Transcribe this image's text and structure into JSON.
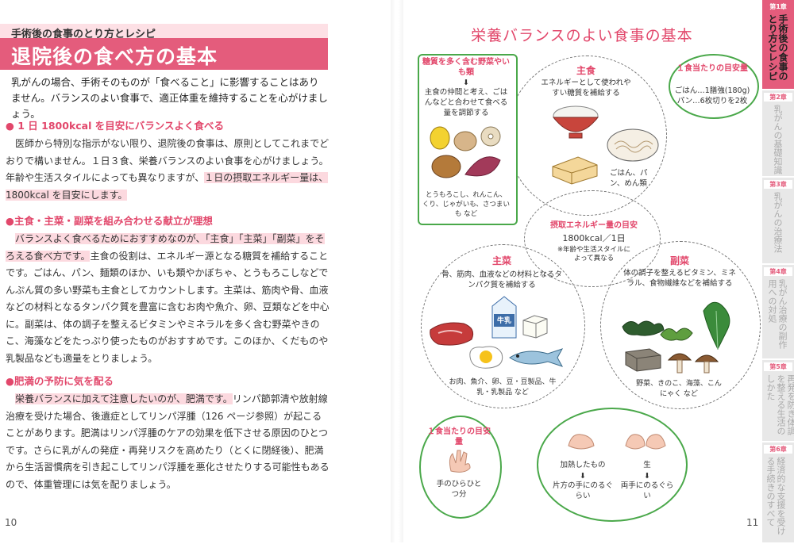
{
  "left": {
    "subtitle": "手術後の食事のとり方とレシピ",
    "title": "退院後の食べ方の基本",
    "lead": "乳がんの場合、手術そのものが「食べること」に影響することはありません。バランスのよい食事で、適正体重を維持することを心がけましょう。",
    "sections": [
      {
        "heading": "● 1 日 1800kcal を目安にバランスよく食べる",
        "pre": "医師から特別な指示がない限り、退院後の食事は、原則としてこれまでどおりで構いません。１日３食、栄養バランスのよい食事を心がけましょう。年齢や生活スタイルによっても異なりますが、",
        "hl": "１日の摂取エネルギー量は、1800kcal を目安にします。",
        "post": ""
      },
      {
        "heading": "●主食・主菜・副菜を組み合わせる献立が理想",
        "pre": "",
        "hl": "バランスよく食べるためにおすすめなのが、「主食」「主菜」「副菜」をそろえる食べ方です。",
        "post": "主食の役割は、エネルギー源となる糖質を補給することです。ごはん、パン、麺類のほか、いも類やかぼちゃ、とうもろこしなどでんぷん質の多い野菜も主食としてカウントします。主菜は、筋肉や骨、血液などの材料となるタンパク質を豊富に含むお肉や魚介、卵、豆類などを中心に。副菜は、体の調子を整えるビタミンやミネラルを多く含む野菜やきのこ、海藻などをたっぷり使ったものがおすすめです。このほか、くだものや乳製品なども適量をとりましょう。"
      },
      {
        "heading": "●肥満の予防に気を配る",
        "pre": "",
        "hl": "栄養バランスに加えて注意したいのが、肥満です。",
        "post": "リンパ節郭清や放射線治療を受けた場合、後遺症としてリンパ浮腫（126 ページ参照）が起こることがあります。肥満はリンパ浮腫のケアの効果を低下させる原因のひとつです。さらに乳がんの発症・再発リスクを高めたり（とくに閉経後）、肥満から生活習慣病を引き起こしてリンパ浮腫を悪化させたりする可能性もあるので、体重管理には気を配りましょう。"
      }
    ],
    "page_number": "10"
  },
  "right": {
    "title": "栄養バランスのよい食事の基本",
    "staple": {
      "heading": "主食",
      "desc": "エネルギーとして使われやすい糖質を補給する",
      "caption": "ごはん、パン、めん類"
    },
    "center": {
      "heading": "摂取エネルギー量の目安",
      "value": "1800kcal／1日",
      "note": "※年齢や生活スタイルによって異なる"
    },
    "main": {
      "heading": "主菜",
      "desc": "骨、筋肉、血液などの材料となるタンパク質を補給する",
      "milk": "牛乳",
      "caption": "お肉、魚介、卵、豆・豆製品、牛乳・乳製品 など"
    },
    "side": {
      "heading": "副菜",
      "desc": "体の調子を整えるビタミン、ミネラル、食物繊維などを補給する",
      "caption": "野菜、きのこ、海藻、こんにゃく など"
    },
    "carb_box": {
      "heading": "糖質を多く含む野菜やいも類",
      "arrow": "⬇",
      "desc": "主食の仲間と考え、ごはんなどと合わせて食べる量を調節する",
      "caption": "とうもろこし、れんこん、くり、じゃがいも、さつまいも など"
    },
    "staple_bubble": {
      "heading": "１食当たりの目安量",
      "line1": "ごはん…1膳強(180g)",
      "line2": "パン…6枚切りを2枚"
    },
    "main_bubble": {
      "heading": "１食当たりの目安量",
      "caption": "手のひらひとつ分"
    },
    "side_bubble": {
      "left_top": "加熱したもの",
      "left_bottom": "片方の手にのるぐらい",
      "right_top": "生",
      "right_bottom": "両手にのるぐらい",
      "arrow": "⬇"
    },
    "page_number": "11"
  },
  "tabs": [
    {
      "num": "第1章",
      "label": "手術後の食事のとり方とレシピ",
      "active": true
    },
    {
      "num": "第2章",
      "label": "乳がんの基礎知識",
      "active": false
    },
    {
      "num": "第3章",
      "label": "乳がんの治療法",
      "active": false
    },
    {
      "num": "第4章",
      "label": "乳がん治療の副作用への対処",
      "active": false
    },
    {
      "num": "第5章",
      "label": "再発を防ぎ体調を整える生活のしかた",
      "active": false
    },
    {
      "num": "第6章",
      "label": "経済的な支援を受ける手続きのすべて",
      "active": false
    }
  ],
  "colors": {
    "accent": "#e45c7c",
    "accent_text": "#e2476b",
    "highlight": "#fcd9df",
    "green": "#4aa84a"
  }
}
